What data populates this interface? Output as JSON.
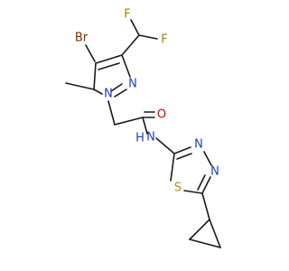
{
  "molecule": {
    "atoms": {
      "br": {
        "label": "Br",
        "color": "#8b2a00"
      },
      "f_left": {
        "label": "F",
        "color": "#9a8a00"
      },
      "f_right": {
        "label": "F",
        "color": "#9a8a00"
      },
      "n_pyrazole_1": {
        "label": "N",
        "color": "#1f3fbf"
      },
      "n_pyrazole_2": {
        "label": "N",
        "color": "#1f3fbf"
      },
      "o_carbonyl": {
        "label": "O",
        "color": "#d40000"
      },
      "nh_amide": {
        "label": "N",
        "color": "#1f3fbf"
      },
      "h_amide": {
        "label": "H",
        "color": "#1f3fbf"
      },
      "n_thiadiazole_1": {
        "label": "N",
        "color": "#1f3fbf"
      },
      "n_thiadiazole_2": {
        "label": "N",
        "color": "#1f3fbf"
      },
      "s_thiadiazole": {
        "label": "S",
        "color": "#b09000"
      }
    },
    "bond_color": "#1a1a1a"
  }
}
